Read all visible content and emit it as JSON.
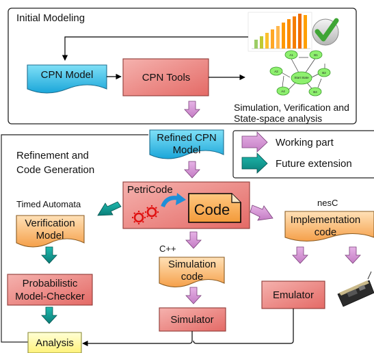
{
  "colors": {
    "cyan_box": "#29b6e6",
    "red_box": "#ec7f7b",
    "orange_box": "#f7ae5c",
    "yellow_box": "#fffab0",
    "working_arrow": "#d99ad9",
    "future_arrow": "#0d9a93"
  },
  "initial_section": {
    "title": "Initial Modeling",
    "cpn_model": "CPN Model",
    "cpn_tools": "CPN Tools",
    "analysis_caption_1": "Simulation, Verification and",
    "analysis_caption_2": "State-space analysis",
    "state_graph": {
      "nodes": [
        "A1",
        "B1",
        "A2",
        "Start State",
        "B2",
        "A4",
        "B4"
      ]
    }
  },
  "legend": {
    "working": "Working part",
    "future": "Future extension"
  },
  "refinement_section": {
    "title_1": "Refinement and",
    "title_2": "Code Generation",
    "refined_model_1": "Refined CPN",
    "refined_model_2": "Model",
    "petricode": "PetriCode",
    "code": "Code",
    "timed_automata": "Timed Automata",
    "verification_1": "Verification",
    "verification_2": "Model",
    "checker_1": "Probabilistic",
    "checker_2": "Model-Checker",
    "cpp": "C++",
    "simulation_1": "Simulation",
    "simulation_2": "code",
    "simulator": "Simulator",
    "nesc": "nesC",
    "implementation_1": "Implementation",
    "implementation_2": "code",
    "emulator": "Emulator",
    "analysis": "Analysis"
  }
}
